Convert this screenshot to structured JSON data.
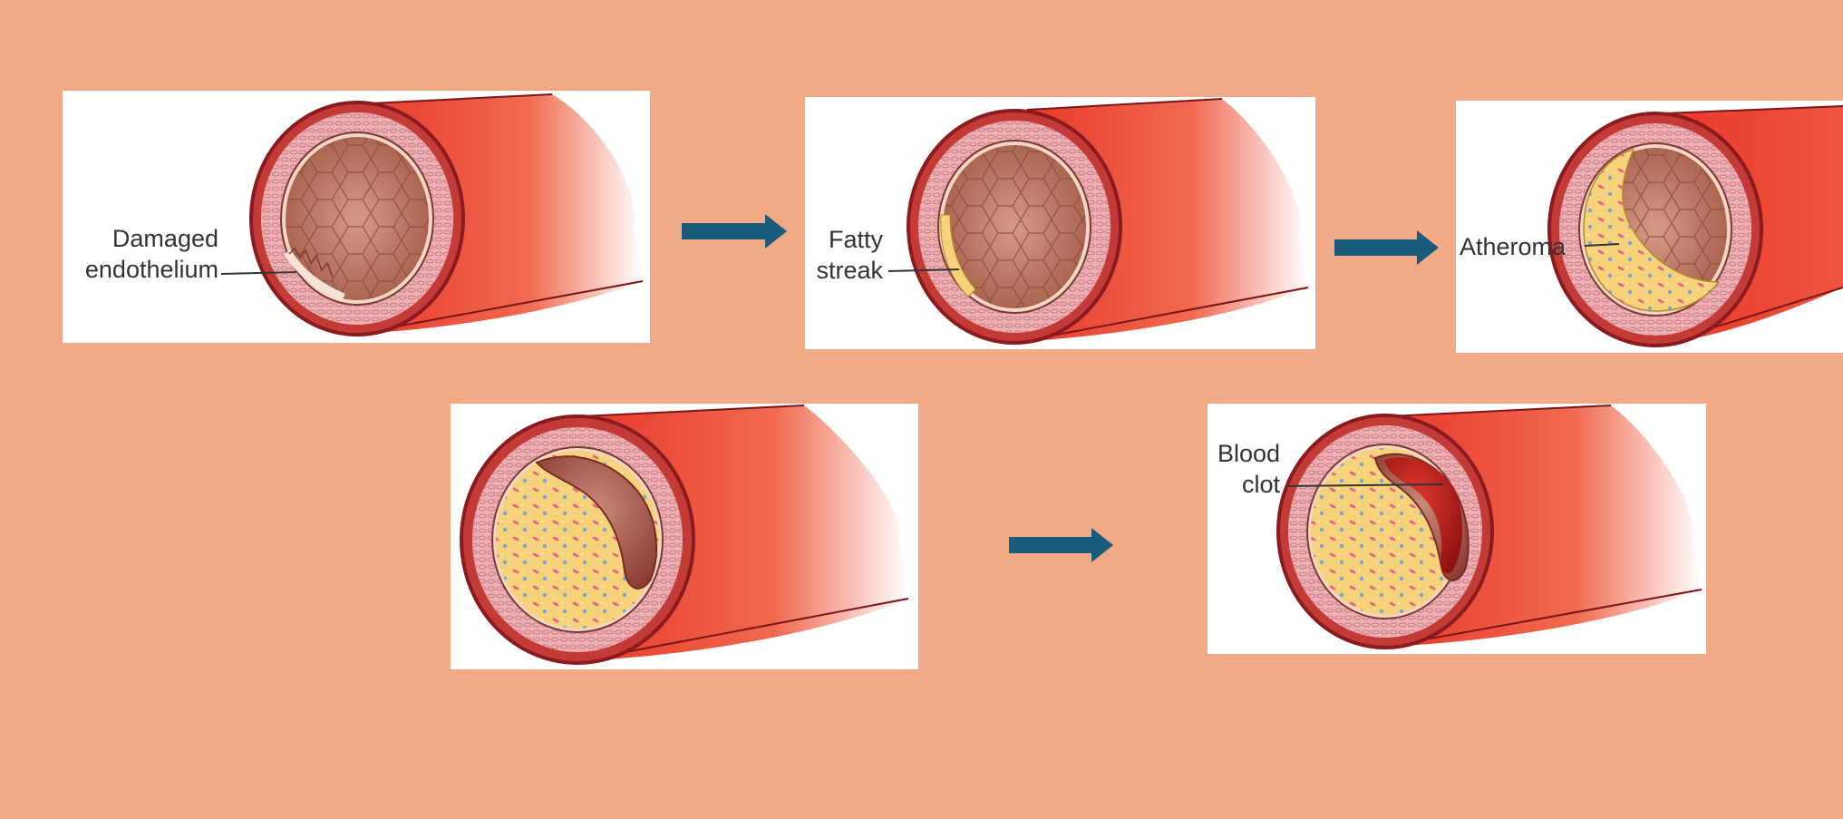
{
  "stages": [
    {
      "id": "damaged",
      "label_lines": [
        "Damaged",
        "endothelium"
      ]
    },
    {
      "id": "fatty",
      "label_lines": [
        "Fatty",
        "streak"
      ]
    },
    {
      "id": "atheroma",
      "label_lines": [
        "Atheroma"
      ]
    },
    {
      "id": "plaque",
      "label_lines": []
    },
    {
      "id": "clot",
      "label_lines": [
        "Blood",
        "clot"
      ]
    }
  ],
  "colors": {
    "background": "#f2aa86",
    "panel": "#ffffff",
    "arrow": "#1a5a7c",
    "vessel_red": "#e8372a",
    "vessel_wall": "#e9a3a8",
    "vessel_outline": "#9a1e22",
    "lumen": "#b8705c",
    "plaque": "#f6d37a",
    "clot": "#c81f1f"
  }
}
